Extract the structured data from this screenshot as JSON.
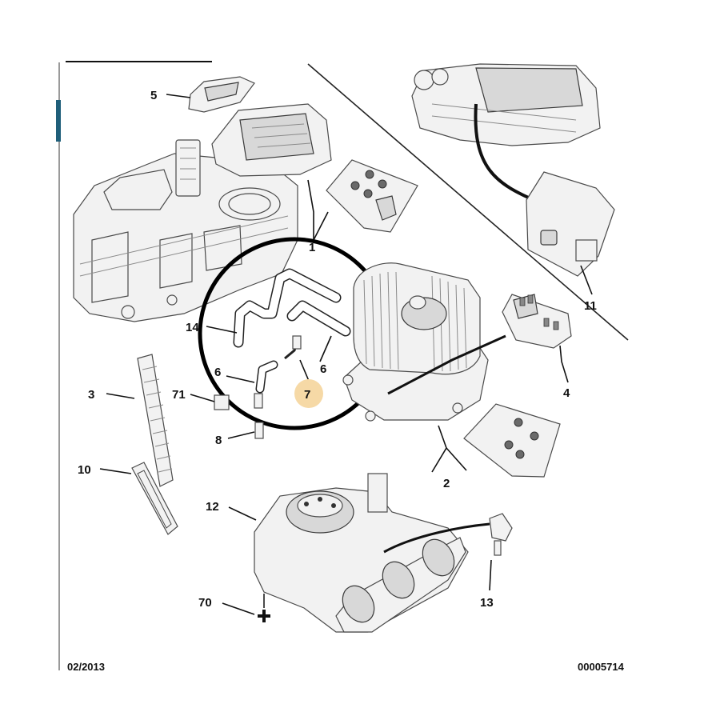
{
  "callouts": {
    "c1": "1",
    "c2": "2",
    "c3": "3",
    "c4": "4",
    "c5": "5",
    "c6a": "6",
    "c6b": "6",
    "c7": "7",
    "c8": "8",
    "c10": "10",
    "c11": "11",
    "c12": "12",
    "c13": "13",
    "c14": "14",
    "c70": "70",
    "c71": "71"
  },
  "footer": {
    "date": "02/2013",
    "reference": "00005714"
  },
  "colors": {
    "highlight_circle": "#000000",
    "callout_7_badge": "#f6d9a6",
    "left_edge_accent": "#1f5f7a"
  }
}
